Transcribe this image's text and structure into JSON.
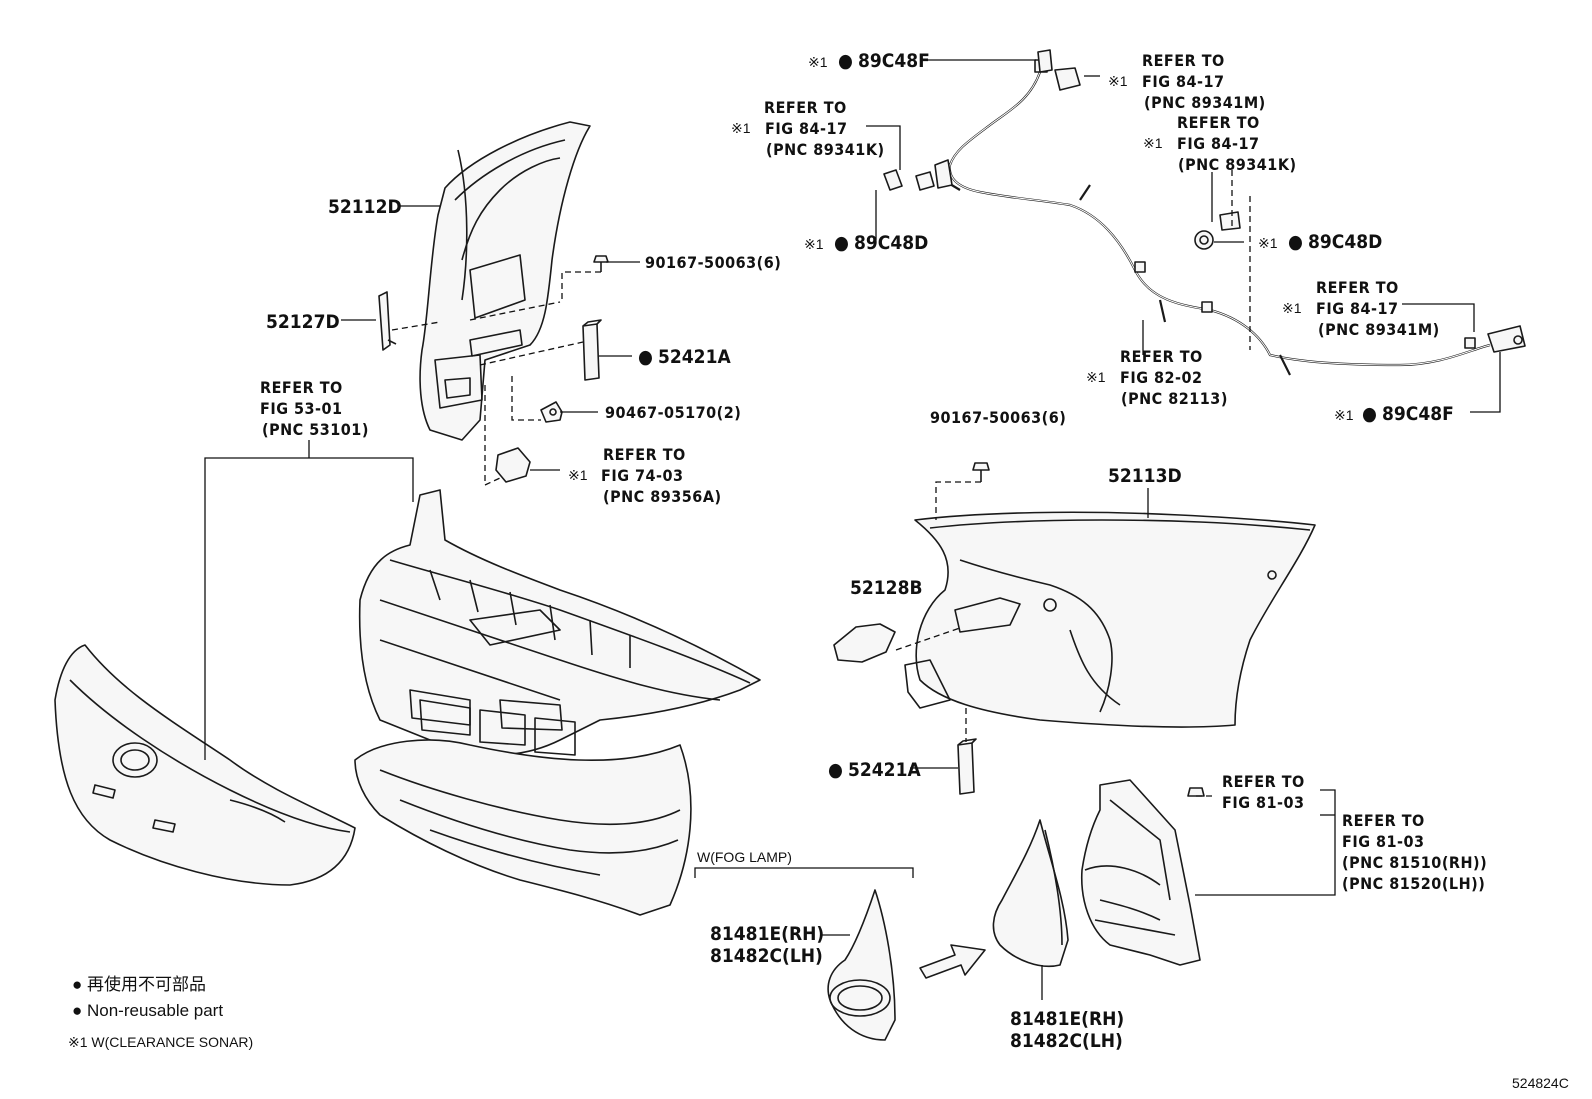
{
  "symbols": {
    "dot": "●",
    "note_mark": "※1"
  },
  "labels": {
    "p52112D": "52112D",
    "p52127D": "52127D",
    "p90167_top": "90167-50063(6)",
    "p52421A_top": "52421A",
    "p90467": "90467-05170(2)",
    "p52113D": "52113D",
    "p90167_mid": "90167-50063(6)",
    "p52128B": "52128B",
    "p52421A_bot": "52421A",
    "p89C48F_top": "89C48F",
    "p89C48D_left": "89C48D",
    "p89C48D_right": "89C48D",
    "p89C48F_right": "89C48F",
    "fog_group": "W(FOG LAMP)",
    "p81481E_a": "81481E(RH)",
    "p81482C_a": "81482C(LH)",
    "p81481E_b": "81481E(RH)",
    "p81482C_b": "81482C(LH)"
  },
  "refs": {
    "refer_to": "REFER TO",
    "fig53": "FIG 53-01",
    "pnc53101": "(PNC 53101)",
    "fig74": "FIG 74-03",
    "pnc89356A": "(PNC 89356A)",
    "fig8417": "FIG 84-17",
    "pnc89341K": "(PNC 89341K)",
    "pnc89341M": "(PNC 89341M)",
    "fig8202": "FIG 82-02",
    "pnc82113": "(PNC 82113)",
    "fig8103": "FIG 81-03",
    "pnc81510": "(PNC 81510(RH))",
    "pnc81520": "(PNC 81520(LH))"
  },
  "legend": {
    "line1": "● 再使用不可部品",
    "line2": "● Non-reusable part",
    "line3": "※1 W(CLEARANCE SONAR)"
  },
  "figure_id": "524824C"
}
